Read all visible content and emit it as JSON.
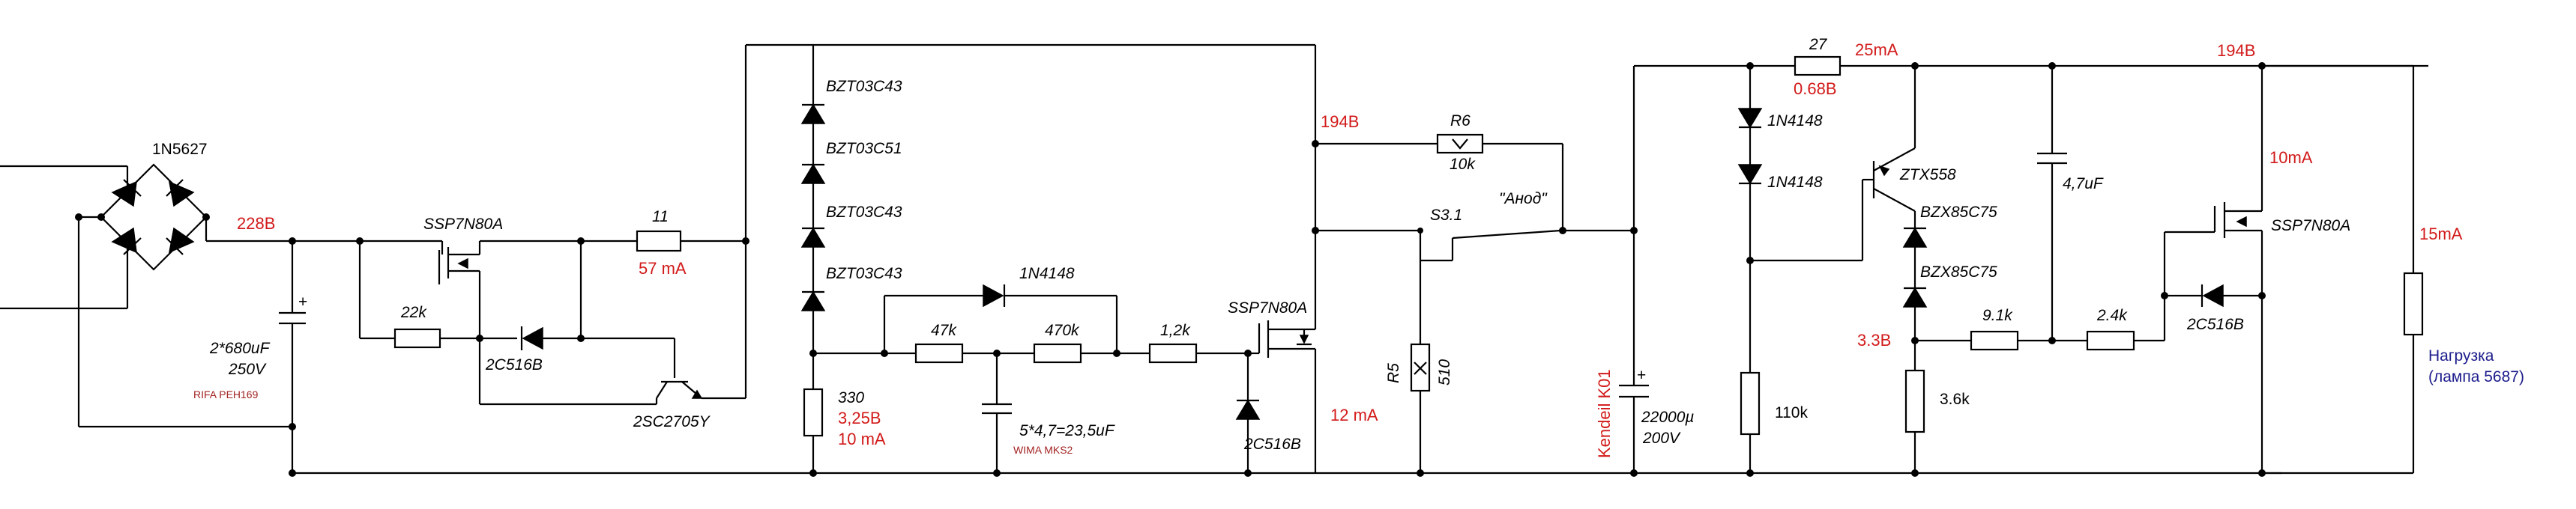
{
  "labels": {
    "bridge": "1N5627",
    "v_bridge": "228В",
    "cap_main": "2*680uF",
    "cap_main_v": "250V",
    "cap_main_brand": "RIFA PEH169",
    "q1": "SSP7N80A",
    "r_22k": "22k",
    "d_2c516b_1": "2C516B",
    "q_2sc": "2SC2705Y",
    "r_11": "11",
    "i_57": "57 mA",
    "z1": "BZT03C43",
    "z2": "BZT03C51",
    "z3": "BZT03C43",
    "z4": "BZT03C43",
    "r_330": "330",
    "v_325": "3,25В",
    "i_10_a": "10 mA",
    "d_1n4148_a": "1N4148",
    "r_47k": "47k",
    "r_470k": "470k",
    "r_12k": "1,2k",
    "cap_wima": "5*4,7=23,5uF",
    "cap_wima_brand": "WIMA MKS2",
    "q2": "SSP7N80A",
    "d_2c516b_2": "2C516B",
    "v_194_a": "194В",
    "r6": "R6",
    "r6_val": "10k",
    "s31": "S3.1",
    "anode": "\"Анод\"",
    "r5": "R5",
    "r5_val": "510",
    "i_12": "12 mA",
    "kendeil": "Kendeil K01",
    "cap_22000": "22000µ",
    "cap_22000_v": "200V",
    "r_27": "27",
    "i_25": "25mA",
    "v_068": "0.68В",
    "d_1n4148_b": "1N4148",
    "d_1n4148_c": "1N4148",
    "r_110k": "110k",
    "q_ztx": "ZTX558",
    "z_bzx1": "BZX85C75",
    "z_bzx2": "BZX85C75",
    "v_33": "3.3В",
    "r_36k": "3.6k",
    "cap_47": "4,7uF",
    "r_91k": "9.1k",
    "r_24k": "2.4k",
    "d_2c516b_3": "2C516B",
    "v_194_b": "194В",
    "i_10_b": "10mA",
    "q3": "SSP7N80A",
    "i_15": "15mA",
    "load_1": "Нагрузка",
    "load_2": "(лампа 5687)"
  },
  "colors": {
    "wire": "#000000",
    "annotation": "#d21a1a",
    "brand": "#a32323",
    "load": "#1c1c8c"
  }
}
